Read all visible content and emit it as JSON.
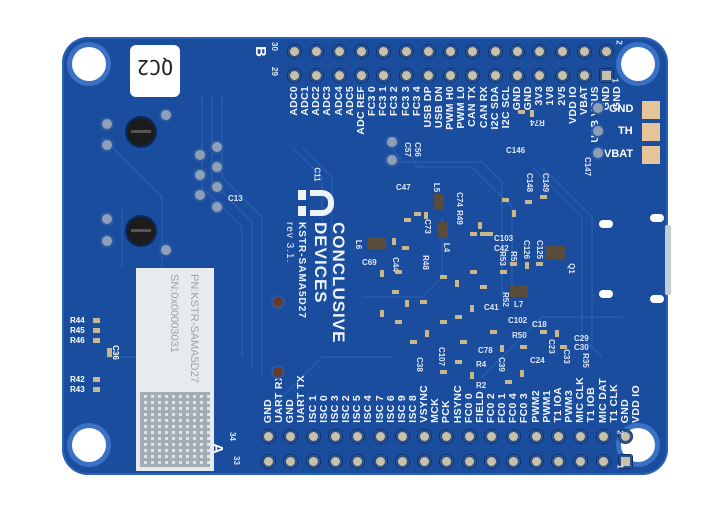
{
  "scene": {
    "description": "Bottom side of a blue PCB (Conclusive Devices KSTR-SAMA5D27 rev 3.1) with two 2x17 pin headers labeled A and B",
    "colors": {
      "pcb": "#1a4d9e",
      "silkscreen": "#f2f4fa",
      "gold_pad": "#e6c49a",
      "background": "#ffffff"
    }
  },
  "board": {
    "brand_line1": "CONCLUSIVE",
    "brand_line2": "DEVICES",
    "model": "KSTR-SAMA5D27",
    "revision": "rev 3.1.",
    "qc_sticker": "QC2",
    "label_sticker": {
      "pn": "PN:KSTR-SAMA5D27",
      "sn": "SN:0x00003031"
    }
  },
  "header_b": {
    "letter": "B",
    "pin_numbers": {
      "top_left": "30",
      "bottom_left": "29",
      "top_right": "2",
      "bottom_right": "1"
    },
    "labels": [
      "ADC0",
      "ADC1",
      "ADC2",
      "ADC3",
      "ADC4",
      "ADC5",
      "ADC REF",
      "FC3 0",
      "FC3 1",
      "FC3 2",
      "FC3 3",
      "FC3 4",
      "USB DP",
      "USB DN",
      "PWM H0",
      "PWM L0",
      "CAN TX",
      "CAN RX",
      "I2C SDA",
      "I2C SCL",
      "GND",
      "GND",
      "3V3",
      "1V8",
      "2V5",
      "VDD IO",
      "VBAT",
      "USB VBUS",
      "GND",
      "GND"
    ]
  },
  "header_a": {
    "letter": "A",
    "pin_numbers": {
      "bottom_left": "33",
      "top_left": "34",
      "top_right": "2",
      "bottom_right": "1"
    },
    "labels": [
      "GND",
      "UART RX",
      "GND",
      "UART TX",
      "ISC 1",
      "ISC 0",
      "ISC 3",
      "ISC 2",
      "ISC 5",
      "ISC 4",
      "ISC 7",
      "ISC 6",
      "ISC 9",
      "ISC 8",
      "VSYNC",
      "MCK",
      "PCK",
      "HSYNC",
      "FC0 0",
      "FIELD",
      "FC0 2",
      "FC0 1",
      "FC0 4",
      "FC0 3",
      "PWM2",
      "PWM1",
      "T1 IOA",
      "PWM3",
      "MIC CLK",
      "T1 IOB",
      "MIC DAT",
      "T1 CLK",
      "GND",
      "VDD IO"
    ]
  },
  "battery_pads": [
    "GND",
    "TH",
    "VBAT"
  ],
  "designators": {
    "left": [
      "C13",
      "R44",
      "R45",
      "R46",
      "C36",
      "R42",
      "R43"
    ],
    "center": [
      "C11",
      "C56",
      "C57",
      "C47",
      "L5",
      "C74",
      "R49",
      "C73",
      "L4",
      "L6",
      "C69",
      "C44",
      "R48",
      "C146",
      "C148",
      "C147",
      "C149",
      "R74",
      "C103",
      "C42",
      "R51",
      "R53",
      "C126",
      "C125",
      "L7",
      "R52",
      "C41",
      "C102",
      "C18",
      "R50",
      "C29",
      "C30",
      "C23",
      "C33",
      "R35",
      "C24",
      "C78",
      "R4",
      "C39",
      "C107",
      "C38",
      "R2",
      "Q1"
    ]
  }
}
